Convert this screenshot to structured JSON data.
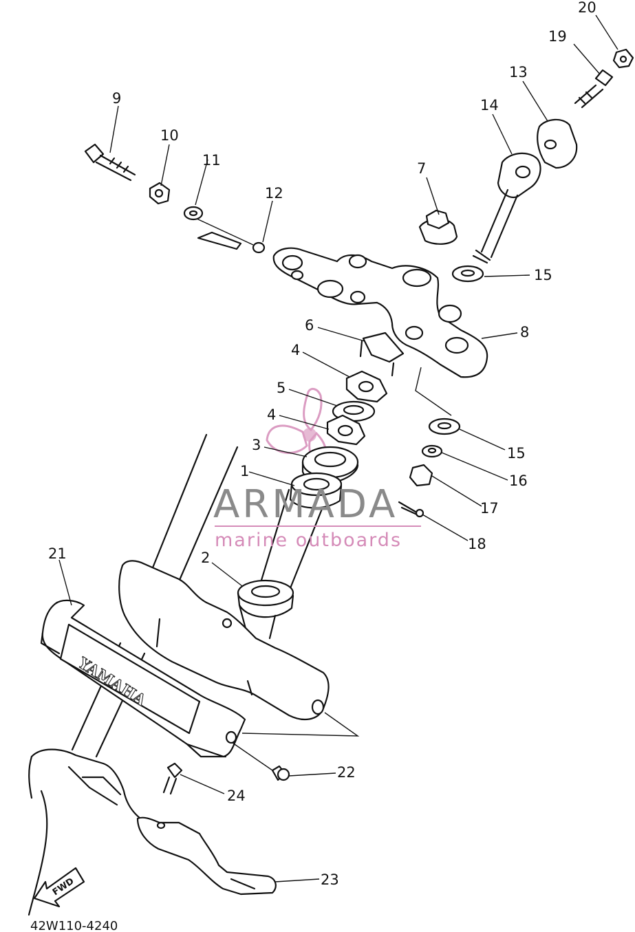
{
  "callouts": [
    {
      "id": "c1",
      "text": "1"
    },
    {
      "id": "c2",
      "text": "2"
    },
    {
      "id": "c3",
      "text": "3"
    },
    {
      "id": "c4a",
      "text": "4"
    },
    {
      "id": "c4b",
      "text": "4"
    },
    {
      "id": "c5",
      "text": "5"
    },
    {
      "id": "c6",
      "text": "6"
    },
    {
      "id": "c7",
      "text": "7"
    },
    {
      "id": "c8",
      "text": "8"
    },
    {
      "id": "c9",
      "text": "9"
    },
    {
      "id": "c10",
      "text": "10"
    },
    {
      "id": "c11",
      "text": "11"
    },
    {
      "id": "c12",
      "text": "12"
    },
    {
      "id": "c13",
      "text": "13"
    },
    {
      "id": "c14",
      "text": "14"
    },
    {
      "id": "c15a",
      "text": "15"
    },
    {
      "id": "c15b",
      "text": "15"
    },
    {
      "id": "c16",
      "text": "16"
    },
    {
      "id": "c17",
      "text": "17"
    },
    {
      "id": "c18",
      "text": "18"
    },
    {
      "id": "c19",
      "text": "19"
    },
    {
      "id": "c20",
      "text": "20"
    },
    {
      "id": "c21",
      "text": "21"
    },
    {
      "id": "c22",
      "text": "22"
    },
    {
      "id": "c23",
      "text": "23"
    },
    {
      "id": "c24",
      "text": "24"
    }
  ],
  "watermark": {
    "title": "ARMADA",
    "subtitle": "marine outboards",
    "title_color": "#8a8a8a",
    "accent_color": "#d58bb8"
  },
  "under_bracket_text": "YAMAHA",
  "fwd_arrow_text": "FWD",
  "diagram_code": "42W110-4240"
}
